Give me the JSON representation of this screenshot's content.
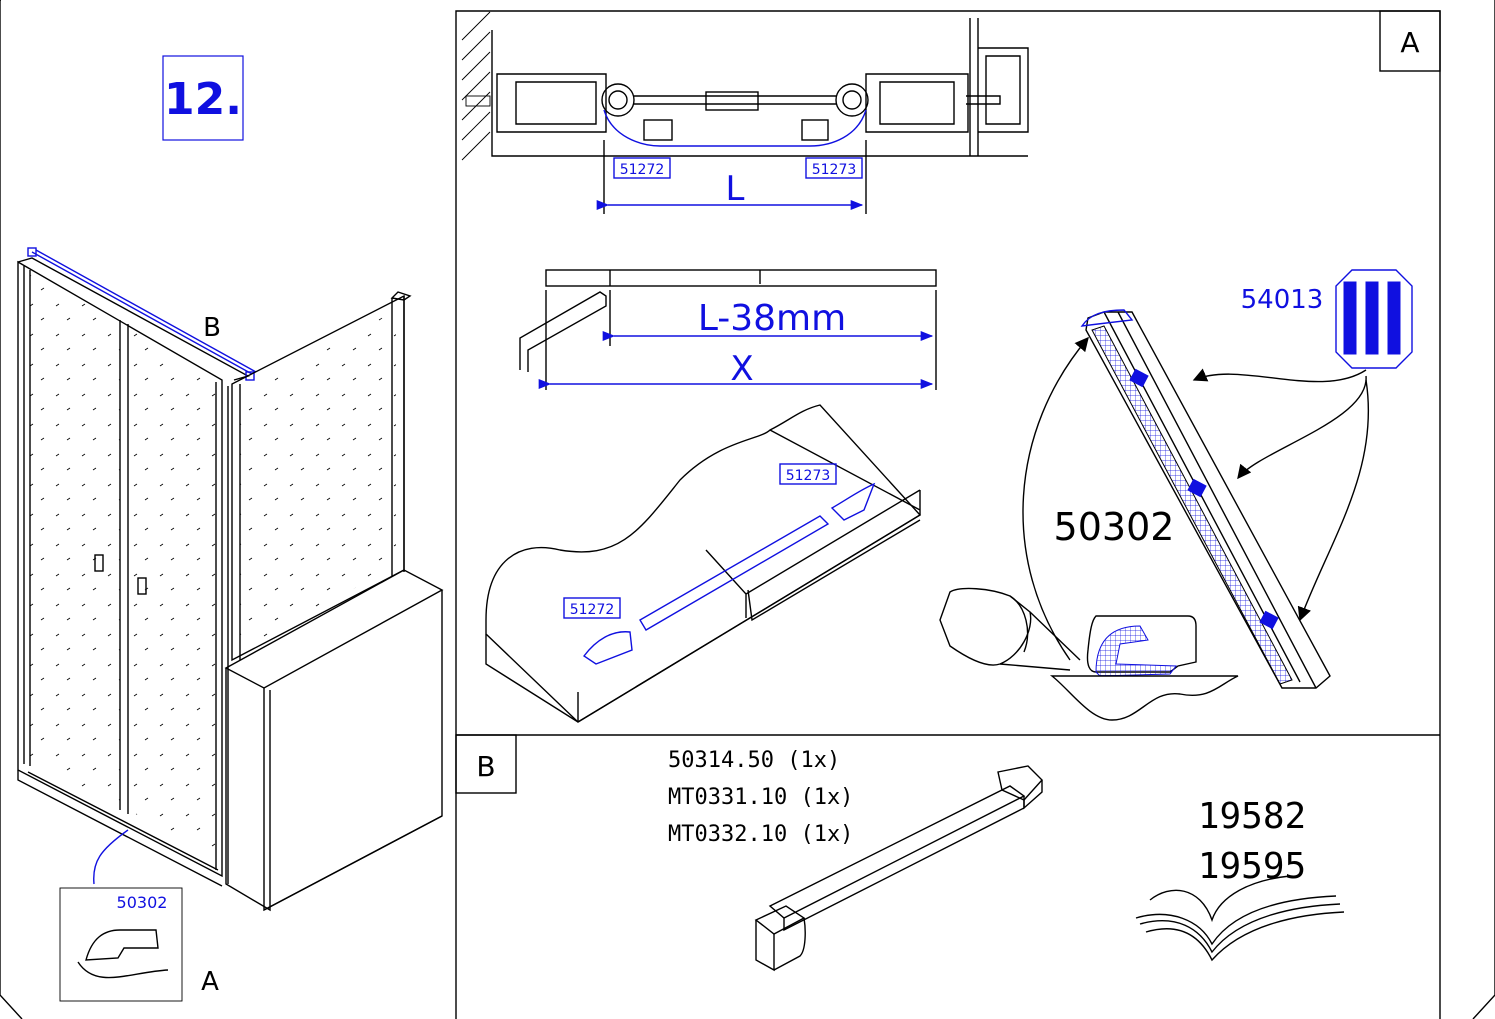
{
  "step": {
    "number": "12."
  },
  "overview": {
    "label_b": "B",
    "label_a": "A",
    "detail_part": "50302"
  },
  "panel_a": {
    "tag": "A",
    "top_parts": [
      "51272",
      "51273"
    ],
    "dim_l": "L",
    "dim_l_minus": "L-38mm",
    "dim_x": "X",
    "iso_parts": [
      "51273",
      "51272"
    ],
    "seal_part": "50302",
    "spacer_part": "54013"
  },
  "panel_b": {
    "tag": "B",
    "parts_list": [
      "50314.50 (1x)",
      "MT0331.10 (1x)",
      "MT0332.10 (1x)"
    ],
    "manual_codes": [
      "19582",
      "19595"
    ]
  },
  "colors": {
    "ink": "#000000",
    "accent": "#1010e0"
  }
}
